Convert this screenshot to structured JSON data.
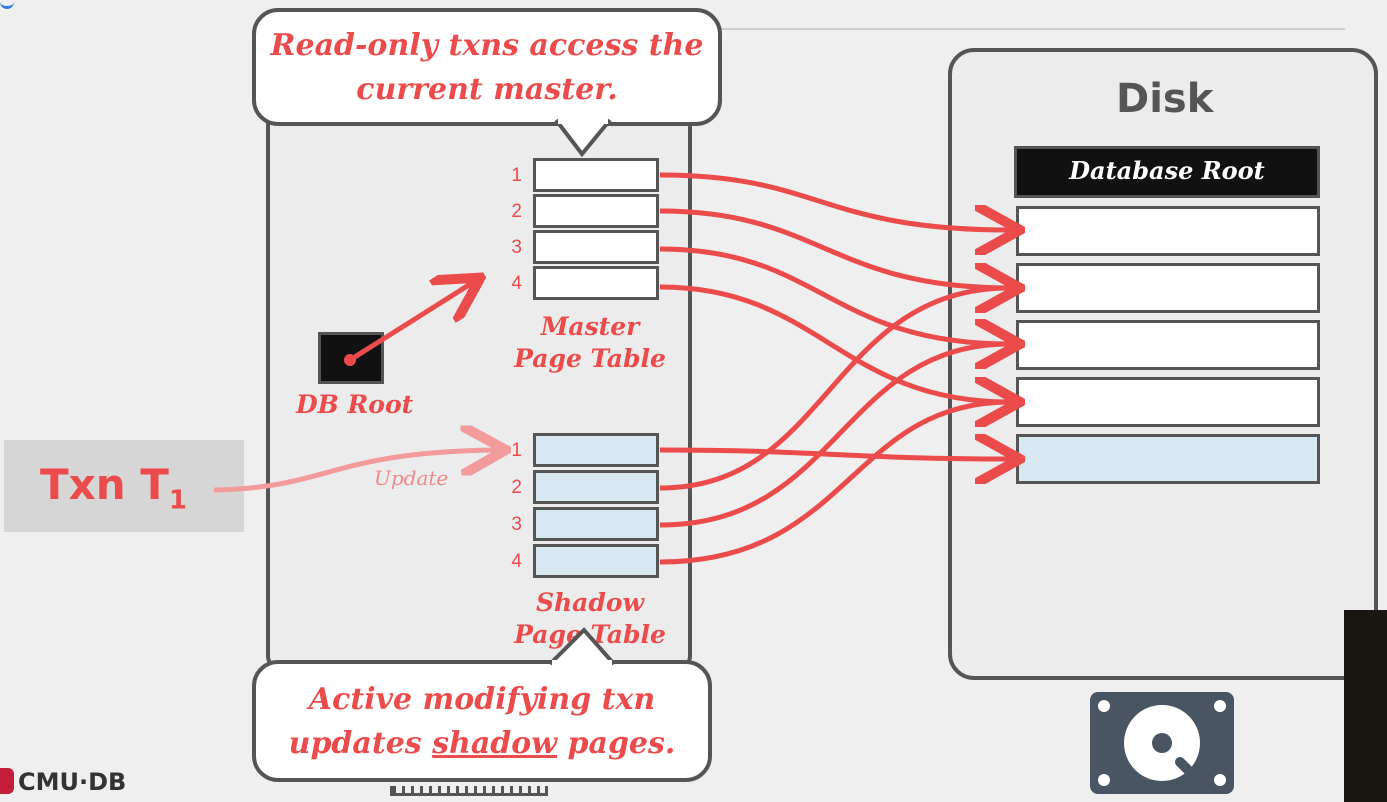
{
  "callouts": {
    "top": [
      "Read-only txns access the",
      "current master."
    ],
    "bottom_line1": "Active modifying txn",
    "bottom_line2_underlined": "shadow",
    "bottom_line2_pre": "updates ",
    "bottom_line2_post": " pages."
  },
  "master_table": {
    "label_line1": "Master",
    "label_line2": "Page Table",
    "entries": [
      "1",
      "2",
      "3",
      "4"
    ]
  },
  "shadow_table": {
    "label_line1": "Shadow",
    "label_line2": "Page Table",
    "entries": [
      "1",
      "2",
      "3",
      "4"
    ]
  },
  "db_root": {
    "label": "DB Root"
  },
  "transaction": {
    "label": "Txn  T",
    "subscript": "1",
    "action": "Update"
  },
  "disk": {
    "title": "Disk",
    "root_label": "Database Root",
    "pages": 5
  },
  "logo": {
    "text": "CMU·DB"
  },
  "colors": {
    "accent_red": "#ec4b4b",
    "shadow_fill": "#d7e8f0",
    "border": "#555555"
  }
}
